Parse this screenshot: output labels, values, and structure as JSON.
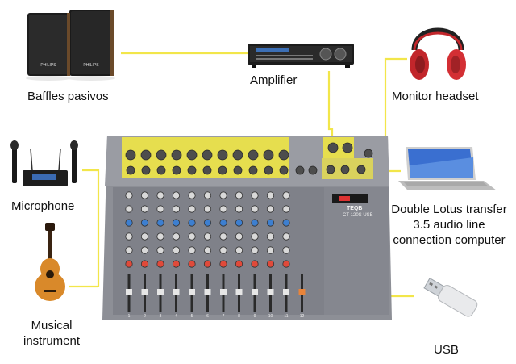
{
  "labels": {
    "speakers": "Baffles pasivos",
    "amplifier": "Amplifier",
    "headset": "Monitor headset",
    "microphone": "Microphone",
    "instrument_line1": "Musical",
    "instrument_line2": "instrument",
    "computer_line1": "Double Lotus transfer",
    "computer_line2": "3.5 audio line",
    "computer_line3": "connection computer",
    "usb": "USB"
  },
  "device_marks": {
    "speaker_brand": "PHILIPS",
    "mixer_brand": "TEQB",
    "mixer_model": "CT-120S USB",
    "channel_numbers": [
      "1",
      "2",
      "3",
      "4",
      "5",
      "6",
      "7",
      "8",
      "9",
      "10",
      "11",
      "12"
    ]
  },
  "colors": {
    "wire": "#f2e64a",
    "highlight": "#f3ea3f",
    "mixer_body": "#8d8f96"
  }
}
